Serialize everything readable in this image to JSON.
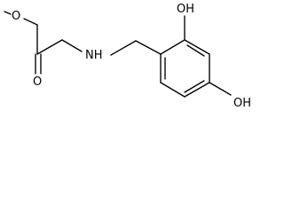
{
  "structure": {
    "labels": {
      "ester_oxygen": "O",
      "carbonyl_oxygen": "O",
      "amine": "NH",
      "hydroxyl_top": "OH",
      "hydroxyl_bottom": "OH"
    },
    "colors": {
      "bond": "#000000",
      "text": "#000000",
      "background": "#ffffff"
    }
  }
}
